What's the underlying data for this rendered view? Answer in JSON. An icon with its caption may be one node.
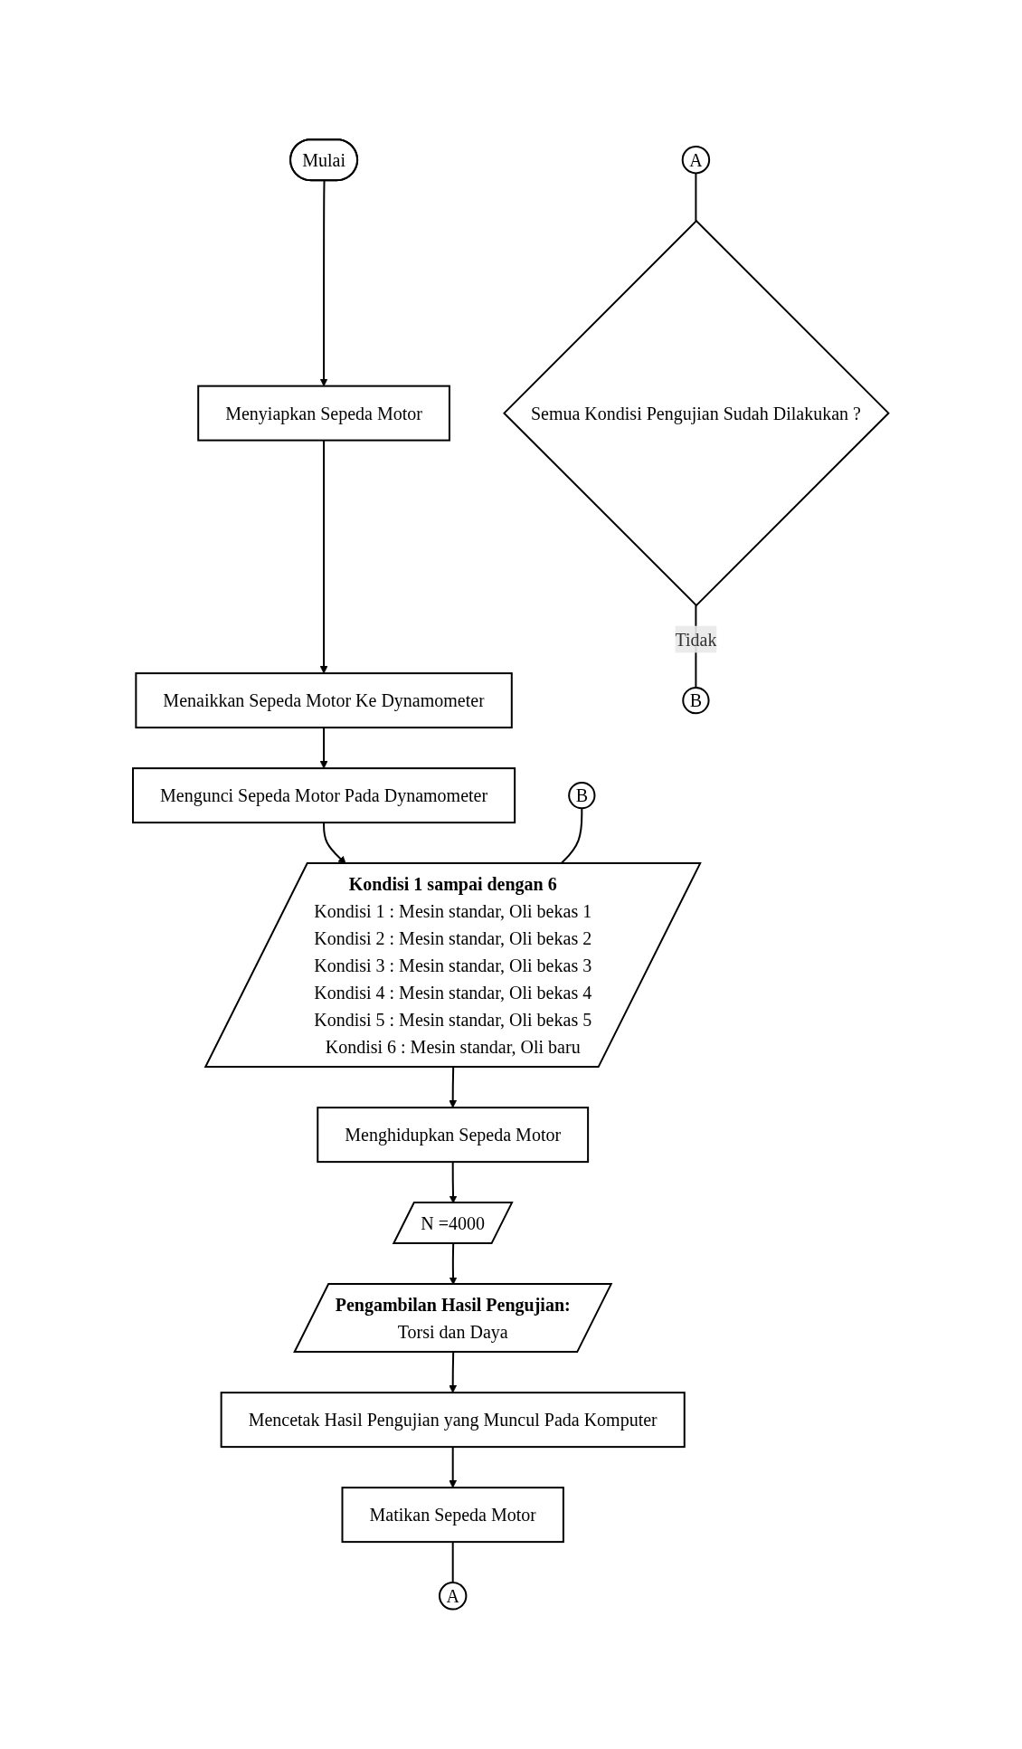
{
  "diagram": {
    "nodes": [
      {
        "text": [
          "Mulai"
        ]
      },
      {
        "text": [
          "Menyiapkan Sepeda Motor"
        ]
      },
      {
        "text": [
          "Menaikkan Sepeda Motor Ke Dynamometer"
        ]
      },
      {
        "text": [
          "Mengunci Sepeda Motor Pada Dynamometer"
        ]
      },
      {
        "text": [
          "Kondisi 1 sampai dengan 6",
          "Kondisi 1 : Mesin standar, Oli bekas 1",
          "Kondisi 2 : Mesin standar, Oli bekas 2",
          "Kondisi 3 : Mesin standar, Oli bekas 3",
          "Kondisi 4 : Mesin standar, Oli bekas 4",
          "Kondisi 5 : Mesin standar, Oli bekas 5",
          "Kondisi 6 : Mesin standar, Oli baru"
        ]
      },
      {
        "text": [
          "Menghidupkan Sepeda Motor"
        ]
      },
      {
        "text": [
          "N =4000"
        ]
      },
      {
        "text": [
          "Pengambilan Hasil Pengujian:",
          "Torsi dan Daya"
        ]
      },
      {
        "text": [
          "Mencetak Hasil Pengujian yang Muncul Pada Komputer"
        ]
      },
      {
        "text": [
          "Matikan Sepeda Motor"
        ]
      },
      {
        "text": [
          "A"
        ]
      },
      {
        "text": [
          "B"
        ]
      },
      {
        "text": [
          "A"
        ]
      },
      {
        "text": [
          "B"
        ]
      },
      {
        "text": [
          "Semua Kondisi Pengujian Sudah Dilakukan ?"
        ]
      }
    ],
    "edges": [
      {
        "from": 0,
        "to": 1,
        "arrow": "to"
      },
      {
        "from": 1,
        "to": 2,
        "arrow": "to"
      },
      {
        "from": 2,
        "to": 3,
        "arrow": "to"
      },
      {
        "from": 3,
        "to": 4,
        "arrow": "to"
      },
      {
        "from": 4,
        "to": 5,
        "arrow": "to"
      },
      {
        "from": 5,
        "to": 6,
        "arrow": "to"
      },
      {
        "from": 6,
        "to": 7,
        "arrow": "to"
      },
      {
        "from": 7,
        "to": 8,
        "arrow": "to"
      },
      {
        "from": 8,
        "to": 9,
        "arrow": "to"
      },
      {
        "from": 9,
        "to": 10,
        "arrow": "none"
      },
      {
        "from": 11,
        "to": 4,
        "arrow": "none"
      },
      {
        "from": 12,
        "to": 14,
        "arrow": "none"
      },
      {
        "from": 14,
        "to": 13,
        "arrow": "none",
        "label": "Tidak"
      }
    ]
  }
}
